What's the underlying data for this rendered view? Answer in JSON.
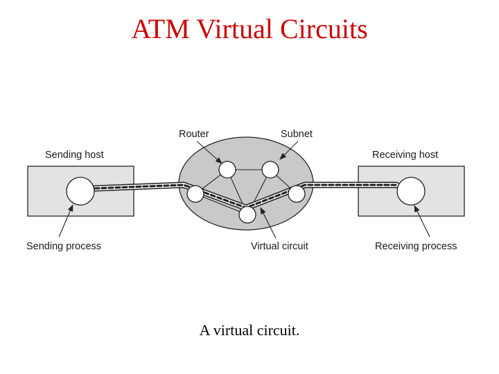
{
  "title": "ATM Virtual Circuits",
  "caption": "A virtual circuit.",
  "diagram": {
    "labels": {
      "router": "Router",
      "subnet": "Subnet",
      "sending_host": "Sending host",
      "receiving_host": "Receiving host",
      "sending_process": "Sending process",
      "virtual_circuit": "Virtual circuit",
      "receiving_process": "Receiving process"
    },
    "colors": {
      "title": "#cc0000",
      "host_fill": "#e3e3e3",
      "subnet_fill": "#c9c9c9",
      "stroke": "#222222"
    }
  }
}
